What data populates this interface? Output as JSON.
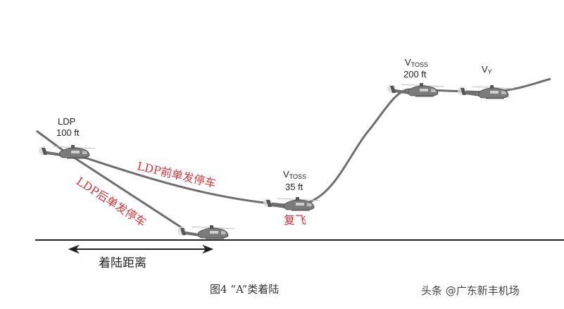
{
  "figure": {
    "caption": "图4 “A”类着陆",
    "watermark": "头条 @广东新丰机场"
  },
  "labels": {
    "ldp": {
      "name": "LDP",
      "height": "100 ft"
    },
    "vtoss_low": {
      "v": "V",
      "sub": "TOSS",
      "height": "35 ft"
    },
    "vtoss_high": {
      "v": "V",
      "sub": "TOSS",
      "height": "200 ft"
    },
    "vy": {
      "v": "V",
      "sub": "Y"
    },
    "engine_fail_before_ldp": "LDP前单发停车",
    "engine_fail_after_ldp": "LDP后单发停车",
    "go_around": "复飞",
    "landing_distance": "着陆距离"
  },
  "colors": {
    "path": "#6e6e6e",
    "ground": "#222222",
    "annotation_red": "#e0323a",
    "text": "#222222"
  },
  "icons": {
    "helicopter": "helicopter-icon",
    "arrow": "double-arrow-icon"
  }
}
